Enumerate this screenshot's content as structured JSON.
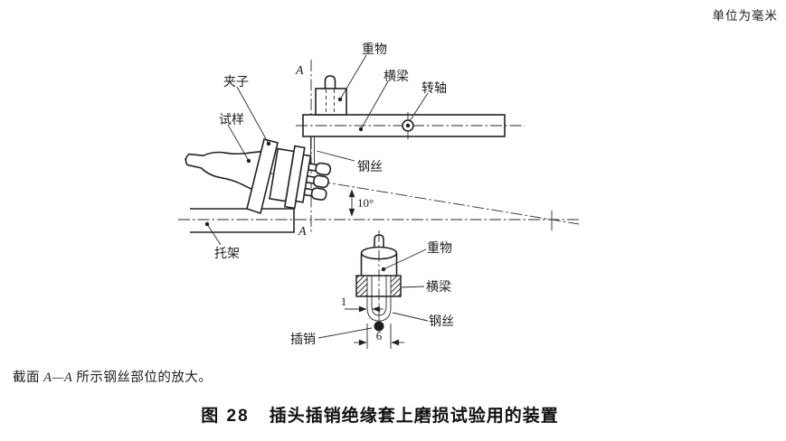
{
  "unit_note": "单位为毫米",
  "figure": {
    "number": "图 28",
    "title": "插头插销绝缘套上磨损试验用的装置",
    "note_prefix": "截面 ",
    "note_section": "A—A",
    "note_suffix": " 所示钢丝部位的放大。"
  },
  "labels": {
    "main_view": {
      "weight": "重物",
      "crossbeam": "横梁",
      "shaft": "转轴",
      "clamp": "夹子",
      "specimen": "试样",
      "wire": "钢丝",
      "bracket": "托架",
      "angle": "10°",
      "section_top": "A",
      "section_bottom": "A"
    },
    "detail_view": {
      "weight": "重物",
      "crossbeam": "横梁",
      "wire": "钢丝",
      "pin": "插销",
      "dim_wire_diameter": "1",
      "dim_loop_width": "6"
    }
  },
  "colors": {
    "line": "#222222",
    "background": "#ffffff"
  }
}
